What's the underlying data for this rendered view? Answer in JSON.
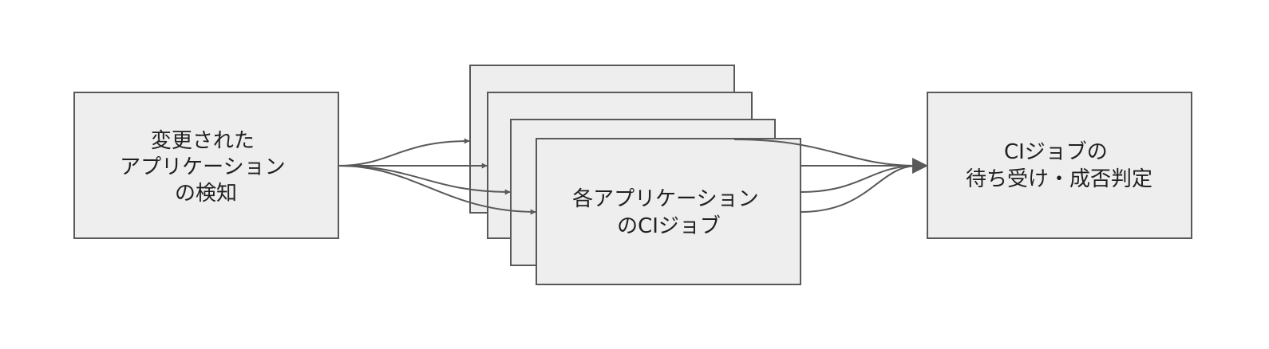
{
  "colors": {
    "box_fill": "#eeeeee",
    "stroke": "#595959",
    "text": "#202020"
  },
  "nodes": {
    "detect": {
      "lines": [
        "変更された",
        "アプリケーション",
        "の検知"
      ]
    },
    "jobs": {
      "lines": [
        "各アプリケーション",
        "のCIジョブ"
      ]
    },
    "wait": {
      "lines": [
        "CIジョブの",
        "待ち受け・成否判定"
      ]
    }
  }
}
